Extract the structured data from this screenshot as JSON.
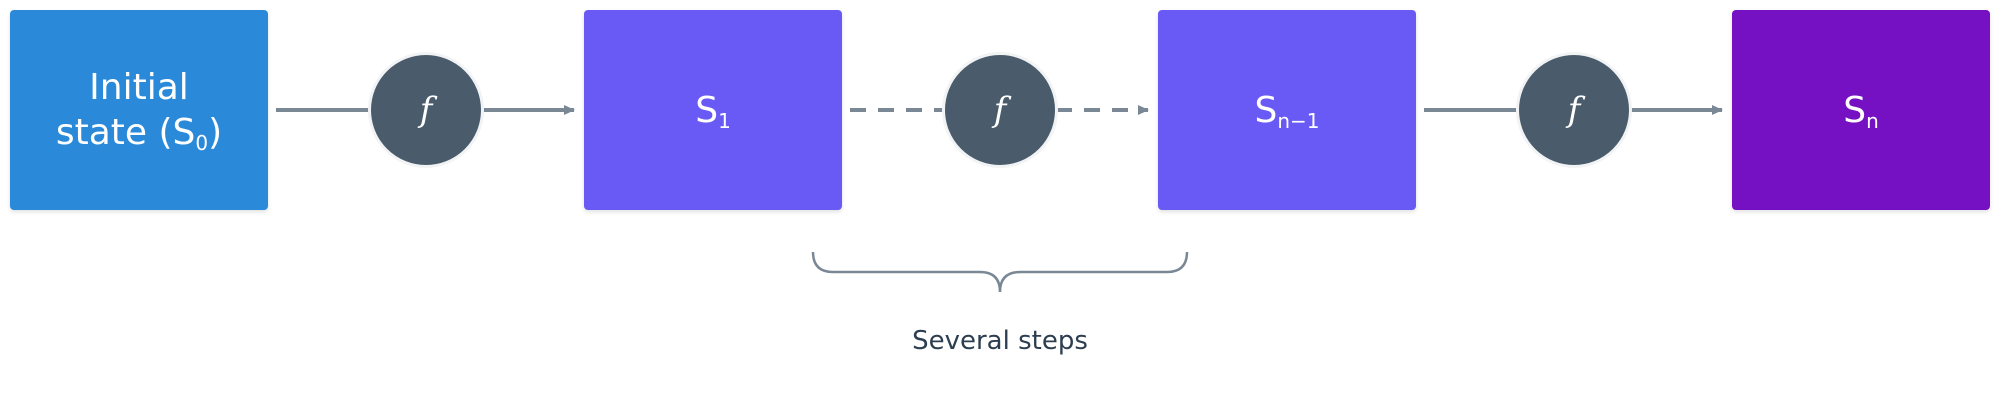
{
  "colors": {
    "initial_box": "#2a8ad9",
    "step_box": "#6a5af5",
    "final_box": "#7610c3",
    "function_node": "#4a5b6b",
    "connector": "#7a8896",
    "caption_text": "#2c3e50"
  },
  "nodes": {
    "initial": {
      "line1": "Initial",
      "line2": "state (S",
      "sub": "0",
      "close": ")"
    },
    "s1": {
      "main": "S",
      "sub": "1"
    },
    "sn1": {
      "main": "S",
      "sub": "n−1"
    },
    "sn": {
      "main": "S",
      "sub": "n"
    }
  },
  "functions": [
    {
      "label": "f"
    },
    {
      "label": "f"
    },
    {
      "label": "f"
    }
  ],
  "connectors": {
    "first": "solid",
    "middle": "dashed",
    "last": "solid"
  },
  "annotation": {
    "text": "Several steps"
  }
}
